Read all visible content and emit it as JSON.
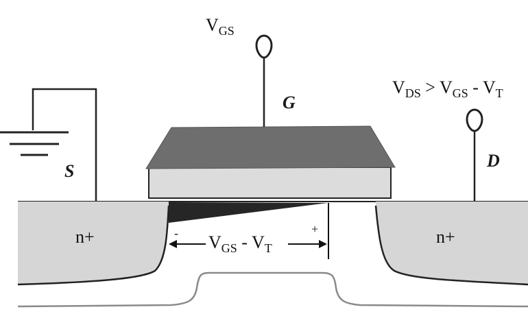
{
  "labels": {
    "vgs_main": "V",
    "vgs_sub": "GS",
    "gate": "G",
    "drain": "D",
    "source": "S",
    "vds_v1": "V",
    "vds_sub1": "DS",
    "vds_mid": " > V",
    "vds_sub2": "GS",
    "vds_minus": " - V",
    "vds_sub3": "T",
    "source_region": "n+",
    "drain_region": "n+",
    "channel_v": "V",
    "channel_sub1": "GS",
    "channel_mid": " - V",
    "channel_sub2": "T",
    "minus_sign": "-",
    "plus_sign": "+"
  },
  "colors": {
    "gate_top": "#6e6e6e",
    "gate_oxide": "#dcdcdc",
    "diffusion": "#d6d6d6",
    "channel": "#262626",
    "depletion_line": "#8a8a8a",
    "wire": "#222222"
  }
}
